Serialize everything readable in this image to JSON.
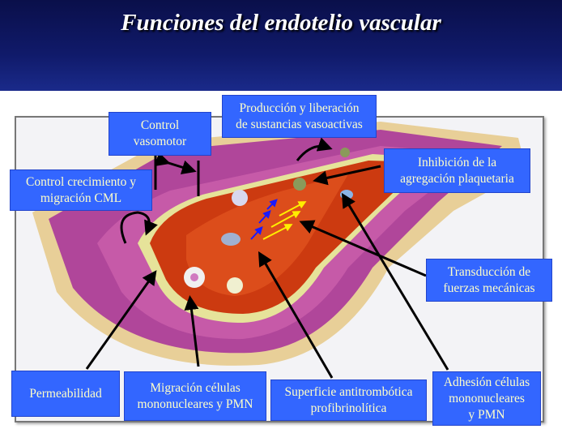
{
  "title": "Funciones  del endotelio vascular",
  "labels": {
    "vasomotor": "Control vasomotor",
    "produccion_1": "Producción  y liberación",
    "produccion_2": "de sustancias vasoactivas",
    "crecimiento_1": "Control crecimiento y",
    "crecimiento_2": "migración CML",
    "inhibicion_1": "Inhibición de la",
    "inhibicion_2": "agregación plaquetaria",
    "transduccion_1": "Transducción de",
    "transduccion_2": "fuerzas mecánicas",
    "permeabilidad": "Permeabilidad",
    "migracion_1": "Migración  células",
    "migracion_2": "mononucleares y PMN",
    "superficie_1": "Superficie antitrombótica",
    "superficie_2": "profibrinolítica",
    "adhesion_1": "Adhesión células",
    "adhesion_2": "mononucleares",
    "adhesion_3": "y  PMN"
  },
  "colors": {
    "label_bg": "#3366ff",
    "label_text": "#ffffc8",
    "header": "#101a6a"
  }
}
